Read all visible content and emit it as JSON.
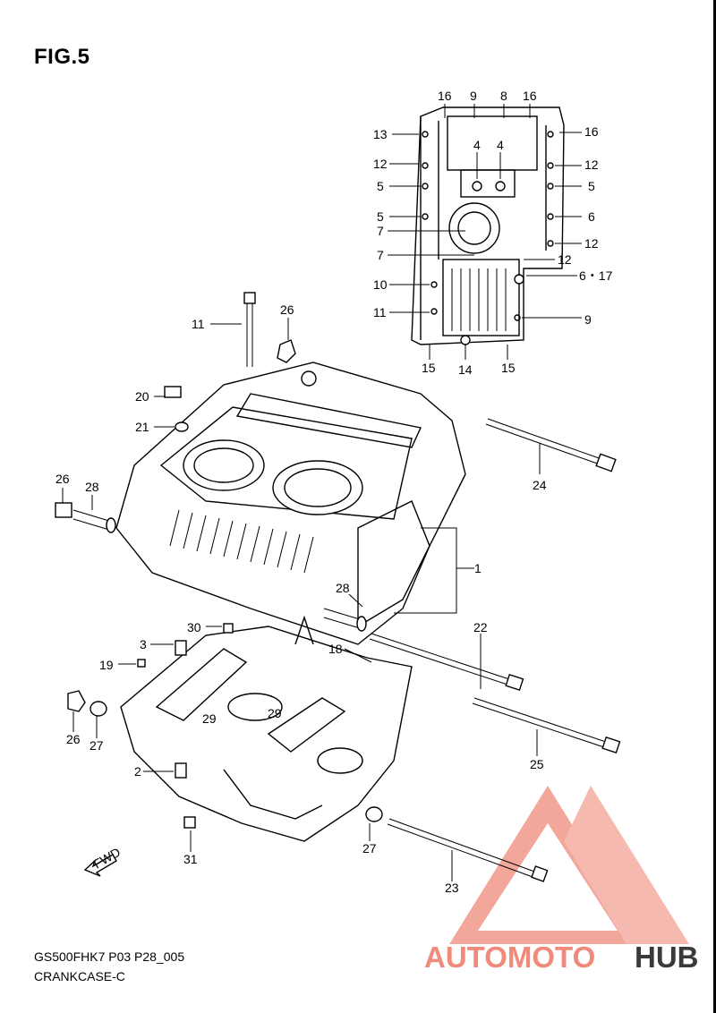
{
  "figure": {
    "title": "FIG.5"
  },
  "footer": {
    "code": "GS500FHK7 P03 P28_005",
    "group": "CRANKCASE-C"
  },
  "fwd_label": "FWD",
  "watermark": {
    "part1": "AUTOMOTO",
    "part2": "HUB",
    "color_main": "#f08a7a",
    "color_tail": "#3a3a3a"
  },
  "callouts": {
    "oilpan": {
      "c16a": "16",
      "c9a": "9",
      "c8": "8",
      "c16b": "16",
      "c16c": "16",
      "c13": "13",
      "c4a": "4",
      "c4b": "4",
      "c12a": "12",
      "c12b": "12",
      "c5a": "5",
      "c5b": "5",
      "c5c": "5",
      "c6": "6",
      "c7a": "7",
      "c7b": "7",
      "c12c": "12",
      "c12d": "12",
      "c10": "10",
      "c617": "6・17",
      "c11": "11",
      "c9b": "9",
      "c15a": "15",
      "c14": "14",
      "c15b": "15"
    },
    "main": {
      "c11": "11",
      "c26a": "26",
      "c20": "20",
      "c21": "21",
      "c24": "24",
      "c26b": "26",
      "c28a": "28",
      "c1": "1",
      "c28b": "28",
      "c30": "30",
      "c3": "3",
      "c18": "18",
      "c22": "22",
      "c19": "19",
      "c29a": "29",
      "c29b": "29",
      "c26c": "26",
      "c27a": "27",
      "c25": "25",
      "c2": "2",
      "c27b": "27",
      "c31": "31",
      "c23": "23"
    }
  }
}
